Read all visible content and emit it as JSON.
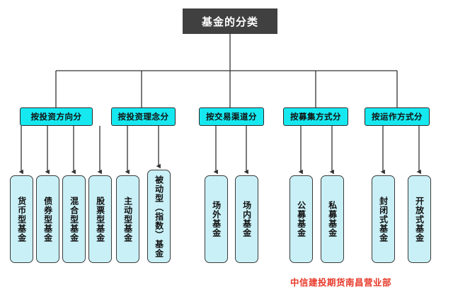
{
  "diagram": {
    "title": "基金的分类",
    "footer": "中信建投期货南昌营业部",
    "colors": {
      "root_fill": "#404040",
      "root_text": "#ffffff",
      "category_fill": "#16e8f0",
      "leaf_fill": "#c9f0f7",
      "line": "#333333",
      "footer_text": "#e8392a",
      "background": "#ffffff"
    },
    "categories": [
      {
        "label": "按投资方向分",
        "leaves": [
          "货币型基金",
          "债券型基金",
          "混合型基金",
          "股票型基金"
        ]
      },
      {
        "label": "按投资理念分",
        "leaves": [
          "主动型基金",
          "被动型（指数）基金"
        ]
      },
      {
        "label": "按交易渠道分",
        "leaves": [
          "场外基金",
          "场内基金"
        ]
      },
      {
        "label": "按募集方式分",
        "leaves": [
          "公募基金",
          "私募基金"
        ]
      },
      {
        "label": "按运作方式分",
        "leaves": [
          "封闭式基金",
          "开放式基金"
        ]
      }
    ]
  }
}
